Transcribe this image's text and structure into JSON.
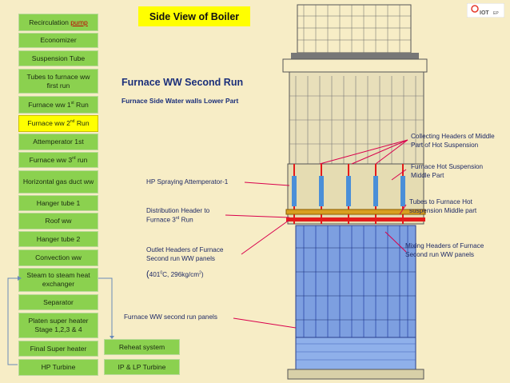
{
  "title": "Side View of Boiler",
  "subtitle": "Furnace WW Second Run",
  "caption": "Furnace Side Water walls Lower Part",
  "nav": [
    {
      "label": "Recirculation pump",
      "highlight": "pump"
    },
    {
      "label": "Economizer"
    },
    {
      "label": "Suspension Tube"
    },
    {
      "label": "Tubes to furnace ww first run"
    },
    {
      "label": "Furnace ww 1st Run"
    },
    {
      "label": "Furnace ww 2nd Run"
    },
    {
      "label": "Attemperator 1st"
    },
    {
      "label": "Furnace ww 3rd run"
    },
    {
      "label": "Horizontal gas duct ww"
    },
    {
      "label": "Hanger tube 1"
    },
    {
      "label": "Roof ww"
    },
    {
      "label": "Hanger tube 2"
    },
    {
      "label": "Convection ww"
    },
    {
      "label": "Steam to steam heat exchanger"
    },
    {
      "label": "Separator"
    },
    {
      "label": "Platen super heater Stage 1,2,3 & 4"
    },
    {
      "label": "Final Super heater"
    },
    {
      "label": "HP Turbine"
    }
  ],
  "nav_right": [
    {
      "label": "Reheat system"
    },
    {
      "label": "IP & LP Turbine"
    }
  ],
  "annotations": {
    "hp_spraying": "HP Spraying Attemperator-1",
    "distribution_header": "Distribution Header to Furnace 3rd Run",
    "outlet_headers": "Outlet Headers of Furnace Second run WW panels",
    "outlet_conditions": "(4010C, 296kg/cm2)",
    "furnace_panels": "Furnace WW second run panels",
    "collecting_headers": "Collecting Headers of Middle Part of Hot Suspension",
    "hot_suspension": "Furnace Hot Suspension Middle Part",
    "tubes_hot_suspension": "Tubes to Furnace Hot suspension Middle part",
    "mixing_headers": "Mixing Headers of Furnace Second run WW panels"
  },
  "logo_text": "IOT EP",
  "colors": {
    "background": "#f7edc6",
    "button": "#8bd14f",
    "highlight": "#ffff00",
    "arrow": "#d9004c",
    "label": "#1f2a66"
  }
}
